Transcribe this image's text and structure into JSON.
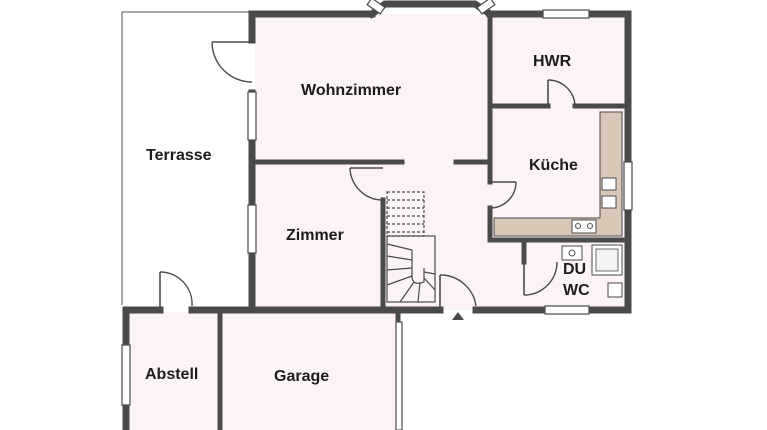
{
  "rooms": {
    "terrasse": "Terrasse",
    "wohnzimmer": "Wohnzimmer",
    "hwr": "HWR",
    "kueche": "Küche",
    "zimmer": "Zimmer",
    "du": "DU",
    "wc": "WC",
    "abstell": "Abstell",
    "garage": "Garage"
  },
  "colors": {
    "wall": "#4a4a4a",
    "room_fill": "#fbf3f4",
    "counter": "#d9c7b7"
  }
}
